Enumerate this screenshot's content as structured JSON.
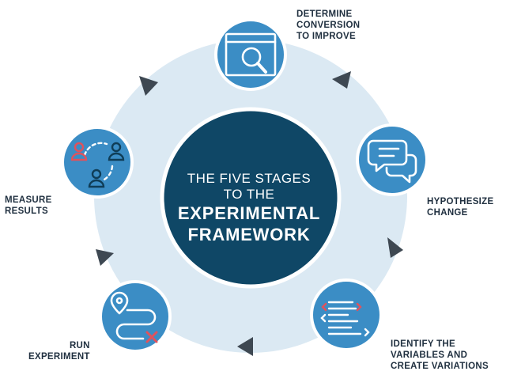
{
  "center": {
    "line1": "THE FIVE STAGES",
    "line2": "TO THE",
    "line3": "EXPERIMENTAL",
    "line4": "FRAMEWORK"
  },
  "stages": [
    {
      "lines": [
        "DETERMINE",
        "CONVERSION",
        "TO IMPROVE"
      ],
      "icon": "magnifier-window-icon"
    },
    {
      "lines": [
        "HYPOTHESIZE",
        "CHANGE"
      ],
      "icon": "chat-bubbles-icon"
    },
    {
      "lines": [
        "IDENTIFY THE",
        "VARIABLES AND",
        "CREATE VARIATIONS"
      ],
      "icon": "variations-list-icon"
    },
    {
      "lines": [
        "RUN",
        "EXPERIMENT"
      ],
      "icon": "route-path-icon"
    },
    {
      "lines": [
        "MEASURE",
        "RESULTS"
      ],
      "icon": "users-cycle-icon"
    }
  ],
  "colors": {
    "ring": "#dbe9f3",
    "center": "#0f4766",
    "stage": "#3b8dc5",
    "arrow": "#3e4852",
    "accent": "#e0525c"
  }
}
